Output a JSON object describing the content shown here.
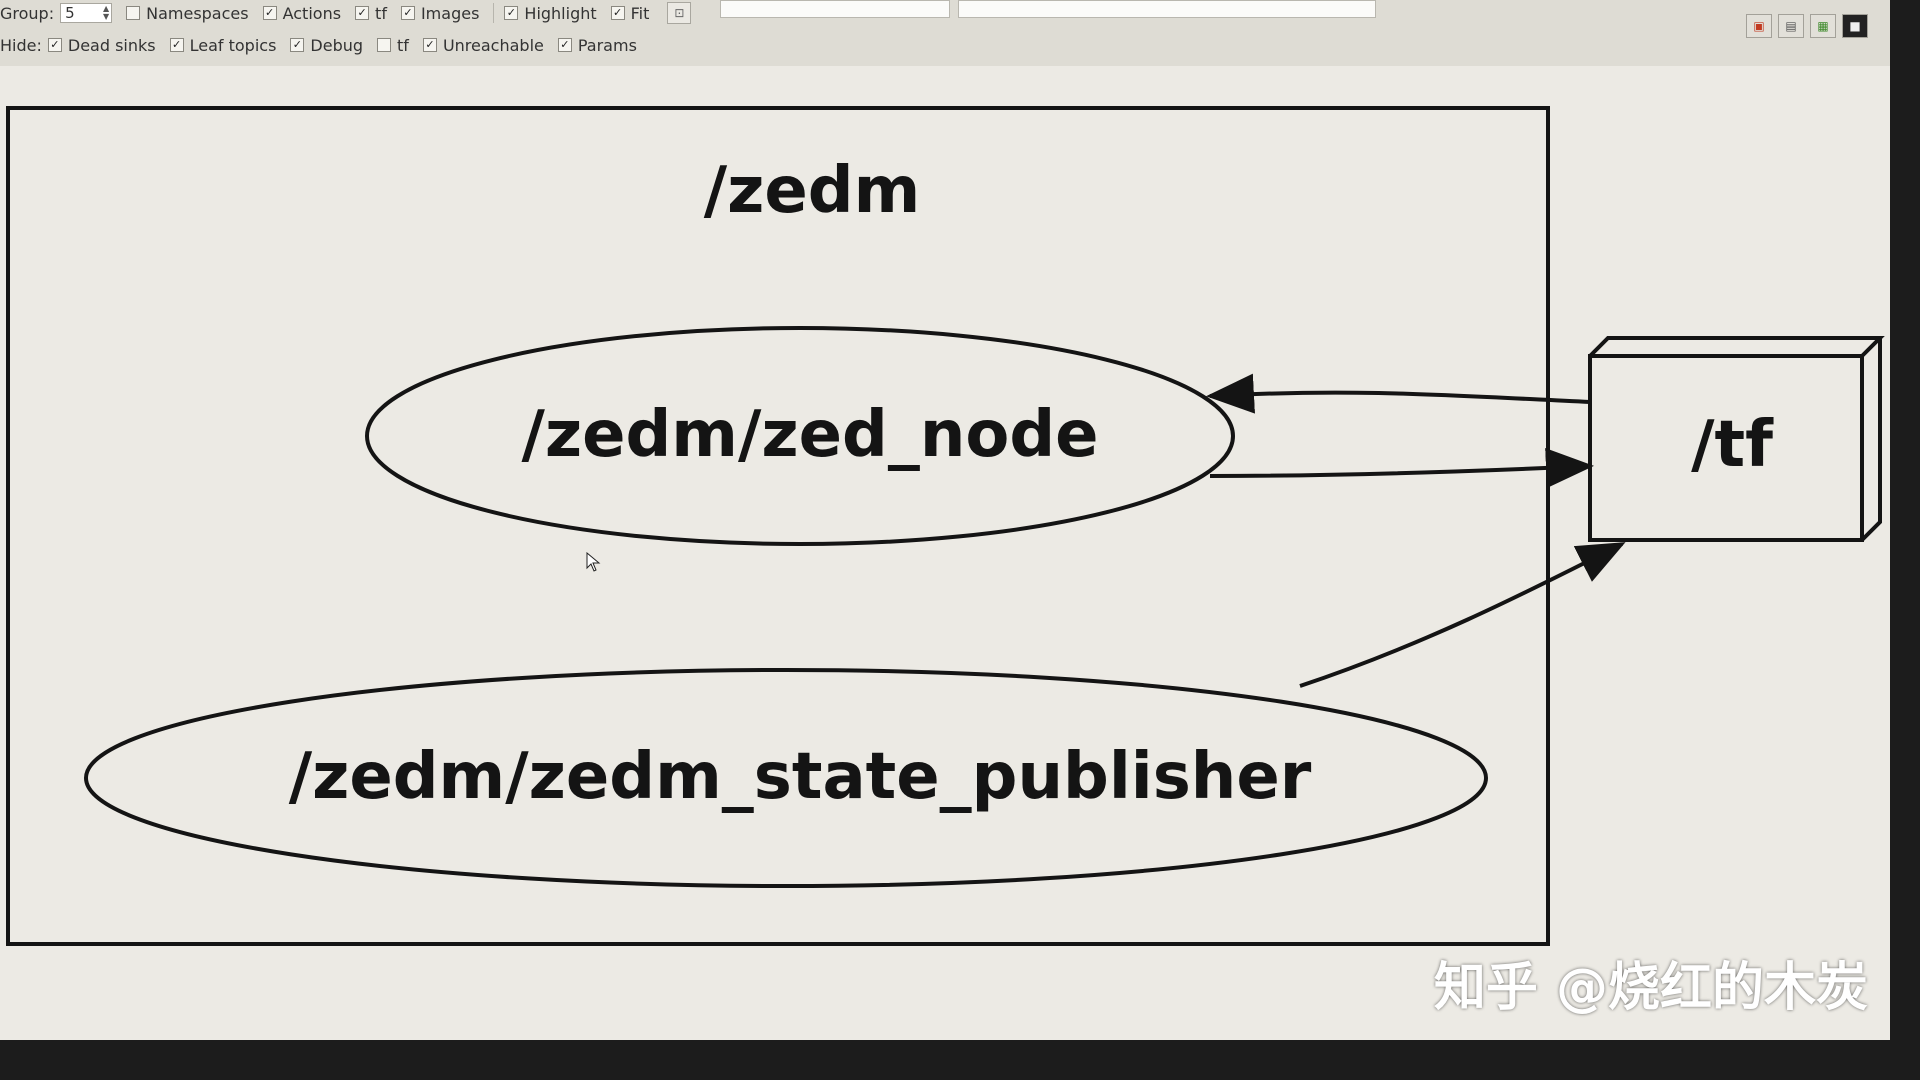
{
  "toolbar": {
    "group_label": "Group:",
    "group_value": "5",
    "row1_items": [
      {
        "label": "Namespaces",
        "checked": false
      },
      {
        "label": "Actions",
        "checked": true
      },
      {
        "label": "tf",
        "checked": true
      },
      {
        "label": "Images",
        "checked": true
      },
      {
        "label": "Highlight",
        "checked": true
      },
      {
        "label": "Fit",
        "checked": true
      }
    ],
    "hide_label": "Hide:",
    "row2_items": [
      {
        "label": "Dead sinks",
        "checked": true
      },
      {
        "label": "Leaf topics",
        "checked": true
      },
      {
        "label": "Debug",
        "checked": true
      },
      {
        "label": "tf",
        "checked": false
      },
      {
        "label": "Unreachable",
        "checked": true
      },
      {
        "label": "Params",
        "checked": true
      }
    ]
  },
  "graph": {
    "namespace_label": "/zedm",
    "node_zed": "/zedm/zed_node",
    "node_state_publisher": "/zedm/zedm_state_publisher",
    "topic_tf": "/tf"
  },
  "watermark": "知乎 @烧红的木炭",
  "colors": {
    "canvas": "#eceae4",
    "ink": "#141414",
    "toolbar": "#dedcd4"
  }
}
